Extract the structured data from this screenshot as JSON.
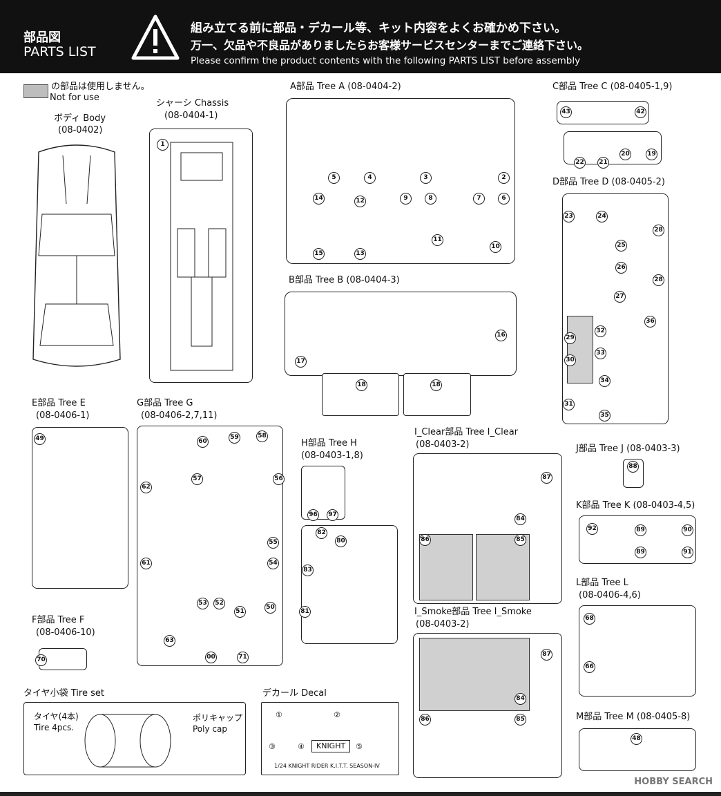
{
  "header": {
    "title_jp": "部品図",
    "title_en": "PARTS LIST",
    "line1": "組み立てる前に部品・デカール等、キット内容をよくお確かめ下さい。",
    "line2": "万一、欠品や不良品がありましたらお客様サービスセンターまでご連絡下さい。",
    "line3": "Please confirm the product contents with the following PARTS LIST before assembly"
  },
  "legend": {
    "jp": "の部品は使用しません。",
    "en": "Not for use"
  },
  "trees": {
    "body": {
      "name": "ボディ Body",
      "code": "(08-0402)"
    },
    "chassis": {
      "name": "シャーシ Chassis",
      "code": "(08-0404-1)"
    },
    "a": {
      "name": "A部品 Tree A (08-0404-2)"
    },
    "b": {
      "name": "B部品 Tree B (08-0404-3)"
    },
    "c": {
      "name": "C部品 Tree C (08-0405-1,9)"
    },
    "d": {
      "name": "D部品 Tree D (08-0405-2)"
    },
    "e": {
      "name": "E部品 Tree E",
      "code": "(08-0406-1)"
    },
    "f": {
      "name": "F部品 Tree F",
      "code": "(08-0406-10)"
    },
    "g": {
      "name": "G部品 Tree G",
      "code": "(08-0406-2,7,11)"
    },
    "h": {
      "name": "H部品 Tree H",
      "code": "(08-0403-1,8)"
    },
    "iclear": {
      "name": "I_Clear部品 Tree I_Clear",
      "code": "(08-0403-2)"
    },
    "ismoke": {
      "name": "I_Smoke部品 Tree I_Smoke",
      "code": "(08-0403-2)"
    },
    "j": {
      "name": "J部品 Tree J (08-0403-3)"
    },
    "k": {
      "name": "K部品 Tree K (08-0403-4,5)"
    },
    "l": {
      "name": "L部品 Tree L",
      "code": "(08-0406-4,6)"
    },
    "m": {
      "name": "M部品 Tree M (08-0405-8)"
    }
  },
  "tire_set": {
    "title": "タイヤ小袋 Tire set",
    "tire_jp": "タイヤ(4本)",
    "tire_en": "Tire 4pcs.",
    "cap_jp": "ポリキャップ",
    "cap_en": "Poly cap"
  },
  "decal": {
    "title": "デカール Decal",
    "knight": "KNIGHT",
    "footer": "1/24  KNIGHT RIDER K.I.T.T. SEASON-IV"
  },
  "part_numbers": {
    "chassis": [
      "1"
    ],
    "a": [
      "5",
      "4",
      "3",
      "2",
      "14",
      "12",
      "9",
      "8",
      "7",
      "6",
      "15",
      "13",
      "11",
      "10"
    ],
    "b": [
      "17",
      "16",
      "18",
      "18"
    ],
    "c": [
      "43",
      "42",
      "22",
      "21",
      "20",
      "19"
    ],
    "d": [
      "23",
      "24",
      "28",
      "25",
      "26",
      "28",
      "27",
      "29",
      "30",
      "32",
      "33",
      "36",
      "34",
      "35",
      "31"
    ],
    "e": [
      "49"
    ],
    "f": [
      "70"
    ],
    "g": [
      "60",
      "59",
      "58",
      "57",
      "56",
      "62",
      "55",
      "61",
      "54",
      "53",
      "52",
      "51",
      "50",
      "63",
      "00",
      "71"
    ],
    "h": [
      "96",
      "97",
      "82",
      "80",
      "83",
      "81"
    ],
    "iclear": [
      "87",
      "84",
      "86",
      "85"
    ],
    "ismoke": [
      "87",
      "84",
      "86",
      "85"
    ],
    "j": [
      "88"
    ],
    "k": [
      "92",
      "89",
      "90",
      "89",
      "91"
    ],
    "l": [
      "68",
      "66"
    ],
    "m": [
      "48"
    ],
    "decal": [
      "①",
      "②",
      "③",
      "④",
      "⑤"
    ]
  },
  "watermark": "HOBBY SEARCH"
}
